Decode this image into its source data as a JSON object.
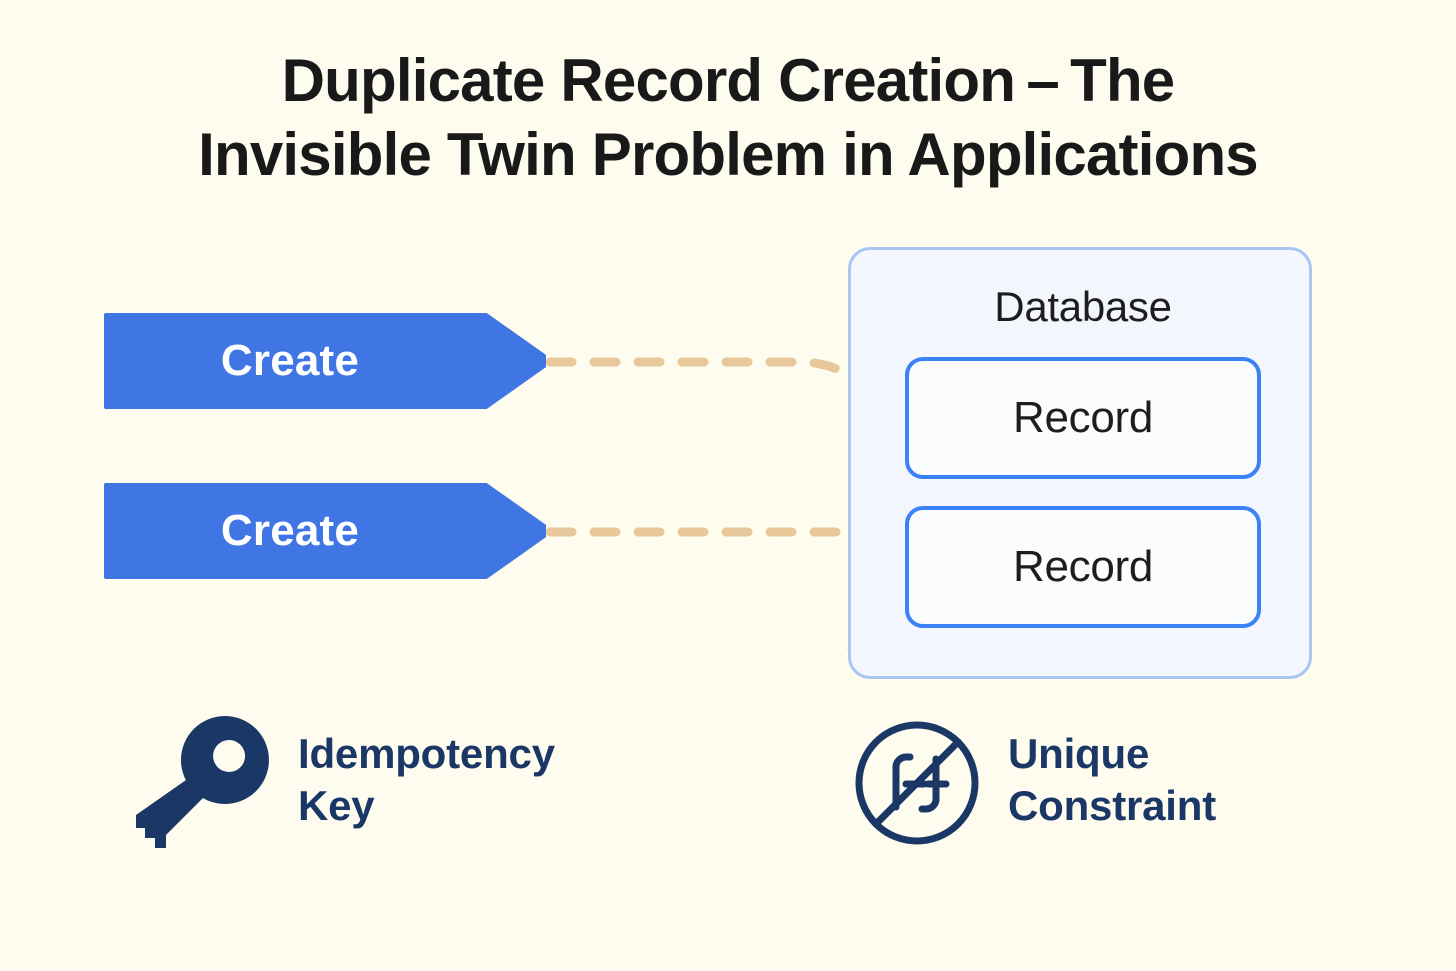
{
  "title": {
    "line1": "Duplicate Record Creation – The",
    "line2": "Invisible Twin Problem in Applications"
  },
  "requests": [
    {
      "label": "Create",
      "icon": "arrow-right-icon"
    },
    {
      "label": "Create",
      "icon": "arrow-right-icon"
    }
  ],
  "database": {
    "title": "Database",
    "records": [
      {
        "label": "Record"
      },
      {
        "label": "Record"
      }
    ]
  },
  "legend": [
    {
      "label": "Idempotency\nKey",
      "icon": "key-icon"
    },
    {
      "label": "Unique\nConstraint",
      "icon": "no-duplicate-icon"
    }
  ],
  "colors": {
    "background": "#fdfcee",
    "arrow_blue": "#3f76e3",
    "arrow_text": "#ffffff",
    "title_text": "#191919",
    "panel_fill": "#f3f7fd",
    "panel_border": "#a9c6f2",
    "record_border": "#3b82f6",
    "record_fill": "#fbfcfe",
    "connector_dash": "#e8c89a",
    "legend_navy": "#1b3765"
  }
}
